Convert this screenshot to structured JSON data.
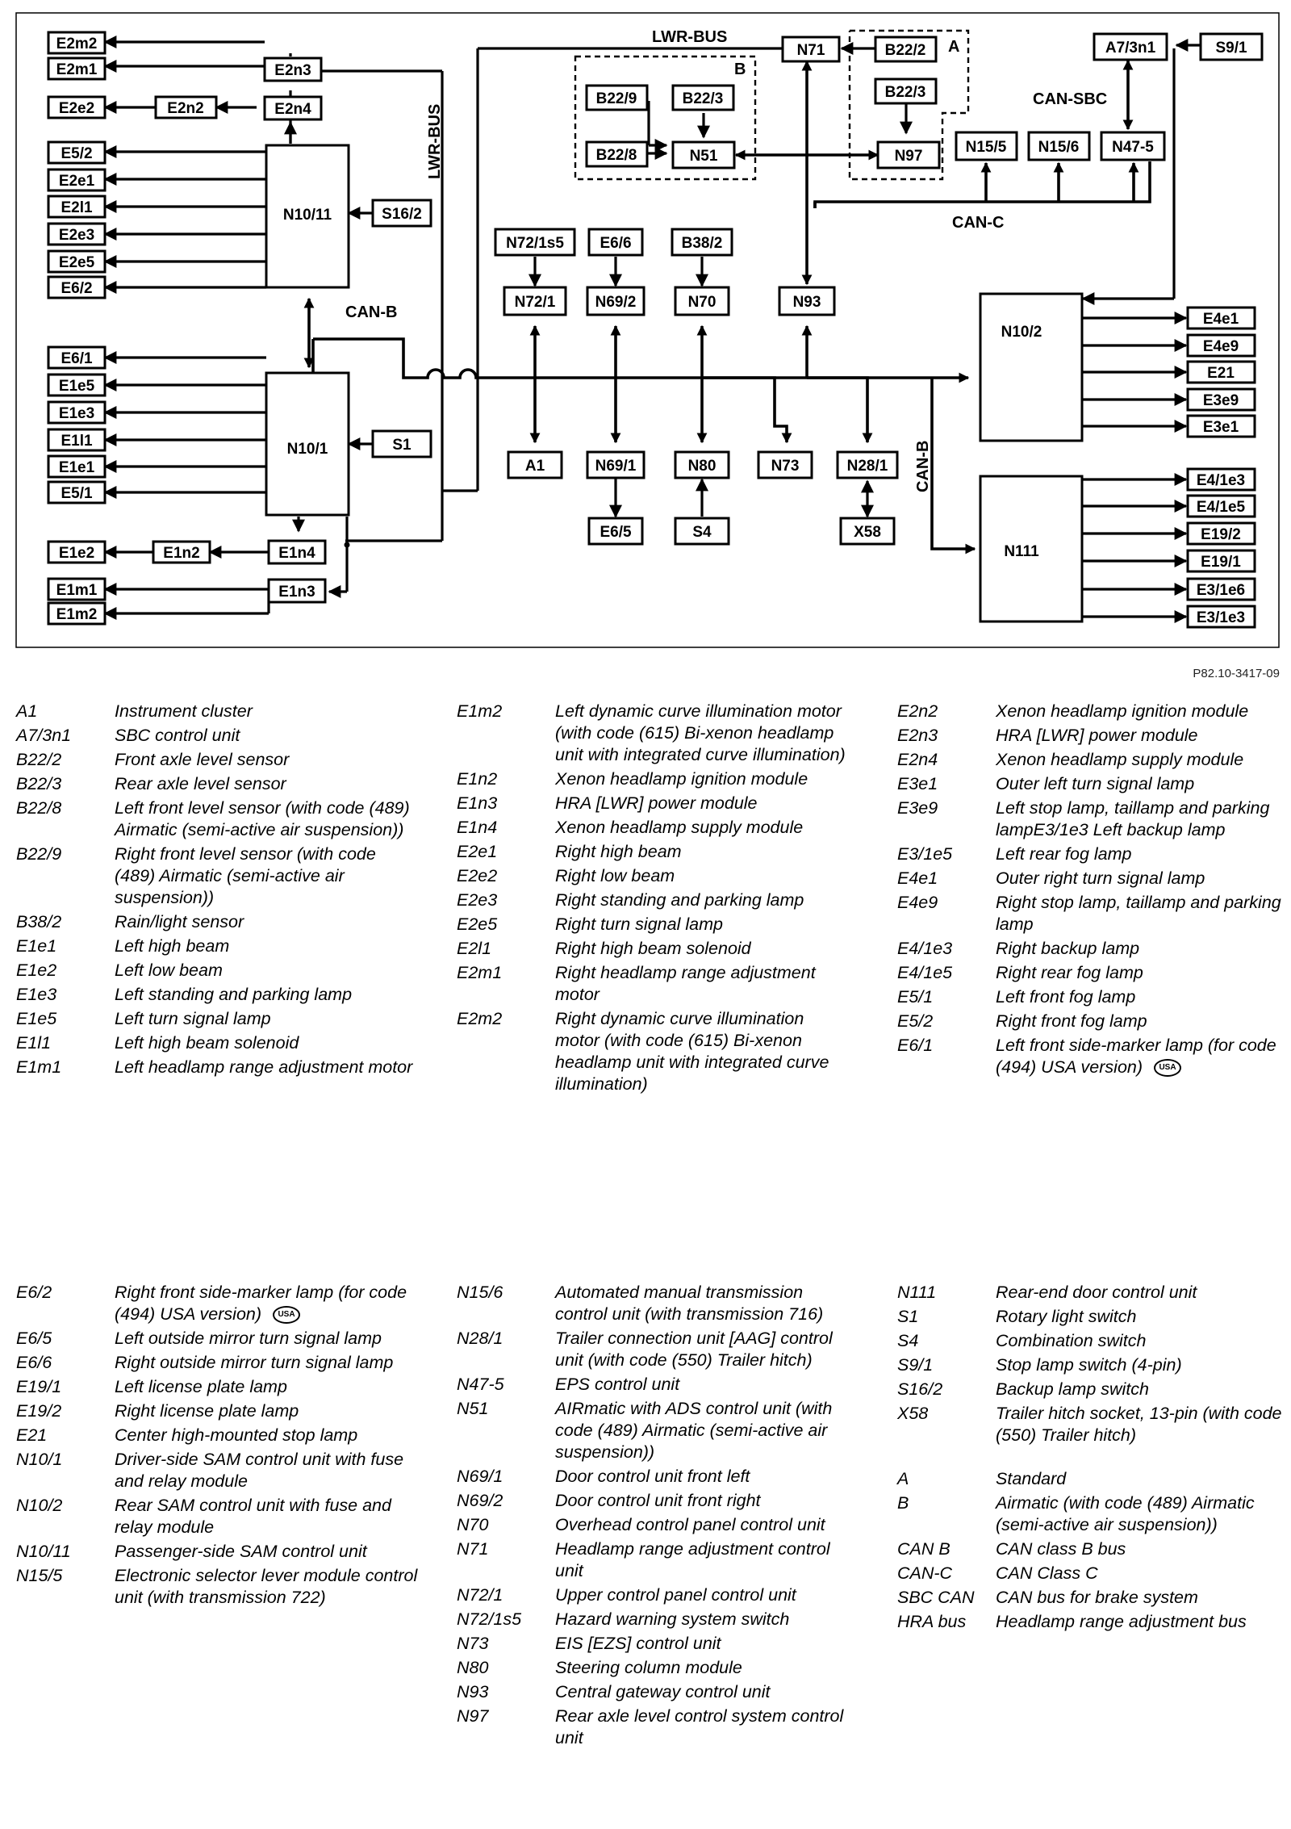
{
  "figure_id": "P82.10-3417-09",
  "diagram": {
    "nodes": {
      "E2m2": "E2m2",
      "E2m1": "E2m1",
      "E2n3": "E2n3",
      "E2e2": "E2e2",
      "E2n2": "E2n2",
      "E2n4": "E2n4",
      "E5_2": "E5/2",
      "E2e1": "E2e1",
      "E2l1": "E2l1",
      "E2e3": "E2e3",
      "E2e5": "E2e5",
      "E6_2": "E6/2",
      "N10_11": "N10/11",
      "S16_2": "S16/2",
      "E6_1": "E6/1",
      "E1e5": "E1e5",
      "E1e3": "E1e3",
      "E1l1": "E1l1",
      "E1e1": "E1e1",
      "E5_1": "E5/1",
      "N10_1": "N10/1",
      "S1": "S1",
      "E1e2": "E1e2",
      "E1n2": "E1n2",
      "E1n4": "E1n4",
      "E1m1": "E1m1",
      "E1n3": "E1n3",
      "E1m2": "E1m2",
      "N71": "N71",
      "B22_2": "B22/2",
      "B22_3": "B22/3",
      "N97": "N97",
      "B22_9": "B22/9",
      "B22_3b": "B22/3",
      "B22_8": "B22/8",
      "N51": "N51",
      "A7_3n1": "A7/3n1",
      "S9_1": "S9/1",
      "N15_5": "N15/5",
      "N15_6": "N15/6",
      "N47_5": "N47-5",
      "N72_1s5": "N72/1s5",
      "E6_6": "E6/6",
      "B38_2": "B38/2",
      "N72_1": "N72/1",
      "N69_2": "N69/2",
      "N70": "N70",
      "N93": "N93",
      "A1": "A1",
      "N69_1": "N69/1",
      "N80": "N80",
      "N73": "N73",
      "N28_1": "N28/1",
      "E6_5": "E6/5",
      "S4": "S4",
      "X58": "X58",
      "N10_2": "N10/2",
      "E4e1": "E4e1",
      "E4e9": "E4e9",
      "E21": "E21",
      "E3e9": "E3e9",
      "E3e1": "E3e1",
      "N111": "N111",
      "E4_1e3": "E4/1e3",
      "E4_1e5": "E4/1e5",
      "E19_2": "E19/2",
      "E19_1": "E19/1",
      "E3_1e6": "E3/1e6",
      "E3_1e3": "E3/1e3"
    },
    "labels": {
      "lwr_bus_top": "LWR-BUS",
      "lwr_bus_side": "LWR-BUS",
      "can_sbc": "CAN-SBC",
      "can_c": "CAN-C",
      "can_b_left": "CAN-B",
      "can_b_right": "CAN-B",
      "group_a": "A",
      "group_b": "B"
    }
  },
  "legend": {
    "col1": [
      {
        "code": "A1",
        "desc": "Instrument cluster"
      },
      {
        "code": "A7/3n1",
        "desc": "SBC control unit"
      },
      {
        "code": "B22/2",
        "desc": "Front axle level sensor"
      },
      {
        "code": "B22/3",
        "desc": "Rear axle level sensor"
      },
      {
        "code": "B22/8",
        "desc": "Left front level sensor (with code (489) Airmatic (semi-active air suspension))"
      },
      {
        "code": "B22/9",
        "desc": "Right front level sensor (with code (489) Airmatic (semi-active air suspension))"
      },
      {
        "code": "B38/2",
        "desc": "Rain/light sensor"
      },
      {
        "code": "E1e1",
        "desc": "Left high beam"
      },
      {
        "code": "E1e2",
        "desc": "Left low beam"
      },
      {
        "code": "E1e3",
        "desc": "Left standing and parking lamp"
      },
      {
        "code": "E1e5",
        "desc": "Left turn signal lamp"
      },
      {
        "code": "E1l1",
        "desc": "Left high beam solenoid"
      },
      {
        "code": "E1m1",
        "desc": "Left headlamp range adjustment motor"
      }
    ],
    "col2": [
      {
        "code": "E1m2",
        "desc": "Left dynamic curve illumination motor (with code (615) Bi-xenon headlamp unit with integrated curve illumination)"
      },
      {
        "code": "E1n2",
        "desc": "Xenon headlamp ignition module"
      },
      {
        "code": "E1n3",
        "desc": "HRA [LWR] power module"
      },
      {
        "code": "E1n4",
        "desc": "Xenon headlamp supply module"
      },
      {
        "code": "E2e1",
        "desc": "Right high beam"
      },
      {
        "code": "E2e2",
        "desc": "Right low beam"
      },
      {
        "code": "E2e3",
        "desc": "Right standing and parking lamp"
      },
      {
        "code": "E2e5",
        "desc": "Right turn signal lamp"
      },
      {
        "code": "E2l1",
        "desc": "Right high beam solenoid"
      },
      {
        "code": "E2m1",
        "desc": "Right headlamp range adjustment motor"
      },
      {
        "code": "E2m2",
        "desc": "Right dynamic curve illumination motor (with code (615) Bi-xenon headlamp unit with integrated curve illumination)"
      }
    ],
    "col3": [
      {
        "code": "E2n2",
        "desc": "Xenon headlamp ignition module"
      },
      {
        "code": "E2n3",
        "desc": "HRA [LWR] power module"
      },
      {
        "code": "E2n4",
        "desc": "Xenon headlamp supply module"
      },
      {
        "code": "E3e1",
        "desc": "Outer left turn signal lamp"
      },
      {
        "code": "E3e9",
        "desc": "Left stop lamp, taillamp and parking lampE3/1e3 Left backup lamp"
      },
      {
        "code": "E3/1e5",
        "desc": "Left rear fog lamp"
      },
      {
        "code": "E4e1",
        "desc": "Outer right turn signal lamp"
      },
      {
        "code": "E4e9",
        "desc": "Right stop lamp, taillamp and parking lamp"
      },
      {
        "code": "E4/1e3",
        "desc": "Right backup lamp"
      },
      {
        "code": "E4/1e5",
        "desc": "Right rear fog lamp"
      },
      {
        "code": "E5/1",
        "desc": "Left front fog lamp"
      },
      {
        "code": "E5/2",
        "desc": "Right front fog lamp"
      },
      {
        "code": "E6/1",
        "desc": "Left front side-marker lamp (for code (494) USA version)",
        "badge": "USA"
      }
    ],
    "col4": [
      {
        "code": "E6/2",
        "desc": "Right front side-marker lamp (for code (494) USA version)",
        "badge": "USA"
      },
      {
        "code": "E6/5",
        "desc": "Left outside mirror turn signal lamp"
      },
      {
        "code": "E6/6",
        "desc": "Right outside mirror turn signal lamp"
      },
      {
        "code": "E19/1",
        "desc": "Left license plate lamp"
      },
      {
        "code": "E19/2",
        "desc": "Right license plate lamp"
      },
      {
        "code": "E21",
        "desc": "Center high-mounted stop lamp"
      },
      {
        "code": "N10/1",
        "desc": "Driver-side SAM control unit with fuse and relay module"
      },
      {
        "code": "N10/2",
        "desc": "Rear SAM control unit with fuse and relay module"
      },
      {
        "code": "N10/11",
        "desc": "Passenger-side SAM control unit"
      },
      {
        "code": "N15/5",
        "desc": "Electronic selector lever module control unit (with transmission 722)"
      }
    ],
    "col5": [
      {
        "code": "N15/6",
        "desc": "Automated manual transmission control unit (with transmission 716)"
      },
      {
        "code": "N28/1",
        "desc": "Trailer connection unit [AAG] control unit (with code (550) Trailer hitch)"
      },
      {
        "code": "N47-5",
        "desc": "EPS control unit"
      },
      {
        "code": "N51",
        "desc": "AIRmatic with ADS control unit (with code (489) Airmatic (semi-active air suspension))"
      },
      {
        "code": "N69/1",
        "desc": "Door control unit front left"
      },
      {
        "code": "N69/2",
        "desc": "Door control unit front right"
      },
      {
        "code": "N70",
        "desc": "Overhead control panel control unit"
      },
      {
        "code": "N71",
        "desc": "Headlamp range adjustment control unit"
      },
      {
        "code": "N72/1",
        "desc": "Upper control panel control unit"
      },
      {
        "code": "N72/1s5",
        "desc": "Hazard warning system switch"
      },
      {
        "code": "N73",
        "desc": "EIS [EZS] control unit"
      },
      {
        "code": "N80",
        "desc": "Steering column module"
      },
      {
        "code": "N93",
        "desc": "Central gateway control unit"
      },
      {
        "code": "N97",
        "desc": "Rear axle level control system control unit"
      }
    ],
    "col6a": [
      {
        "code": "N111",
        "desc": "Rear-end door control unit"
      },
      {
        "code": "S1",
        "desc": "Rotary light switch"
      },
      {
        "code": "S4",
        "desc": "Combination switch"
      },
      {
        "code": "S9/1",
        "desc": "Stop lamp switch (4-pin)"
      },
      {
        "code": "S16/2",
        "desc": "Backup lamp switch"
      },
      {
        "code": "X58",
        "desc": "Trailer hitch socket, 13-pin (with code (550) Trailer hitch)"
      }
    ],
    "col6b": [
      {
        "code": "A",
        "desc": "Standard"
      },
      {
        "code": "B",
        "desc": "Airmatic (with code (489) Airmatic (semi-active air suspension))"
      },
      {
        "code": "CAN B",
        "desc": "CAN class B bus"
      },
      {
        "code": "CAN-C",
        "desc": "CAN Class C"
      },
      {
        "code": "SBC CAN",
        "desc": "CAN bus for brake system"
      },
      {
        "code": "HRA bus",
        "desc": "Headlamp range adjustment bus"
      }
    ]
  }
}
